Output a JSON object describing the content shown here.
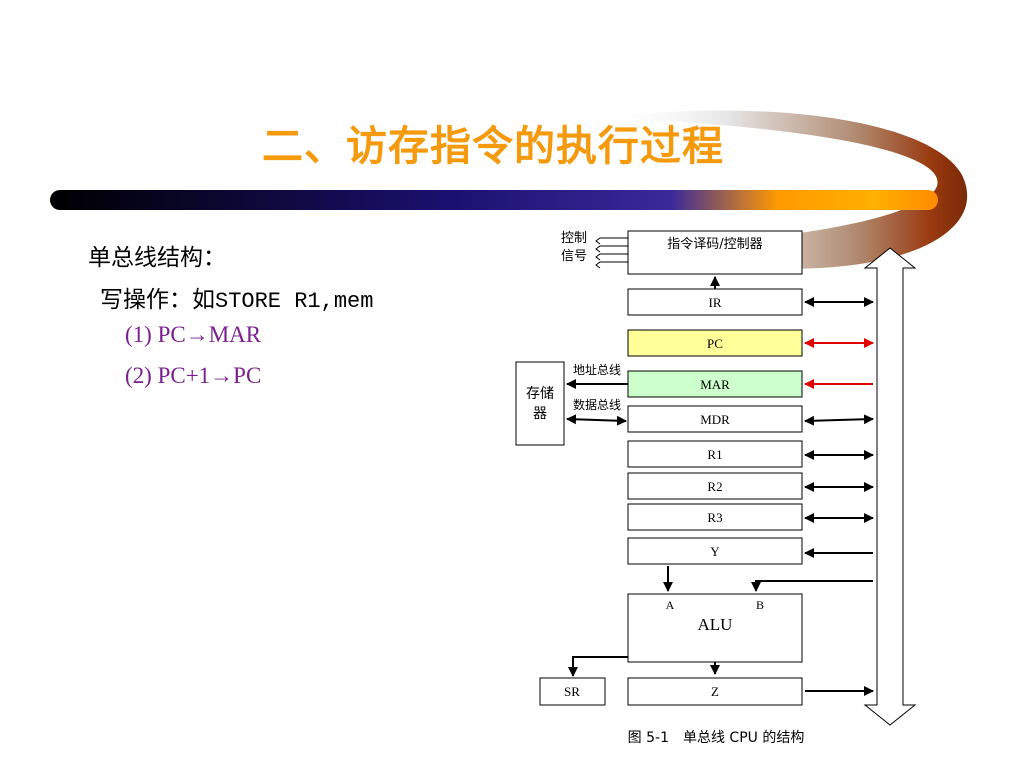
{
  "slide": {
    "title": "二、访存指令的执行过程",
    "lines": [
      "单总线结构：",
      "写操作：如",
      "STORE R1,mem",
      "(1) PC→MAR",
      "(2) PC+1→PC"
    ]
  },
  "colors": {
    "title": "#f59a0c",
    "step_text": "#7a1f8e",
    "pc_fill": "#ffff99",
    "mar_fill": "#ccffcc",
    "active_arrow": "#e00000"
  },
  "diagram": {
    "control_signal_label": [
      "控制",
      "信号"
    ],
    "decoder_label": "指令译码/控制器",
    "registers": [
      "IR",
      "PC",
      "MAR",
      "MDR",
      "R1",
      "R2",
      "R3",
      "Y"
    ],
    "memory_label": [
      "存储",
      "器"
    ],
    "address_bus_label": "地址总线",
    "data_bus_label": "数据总线",
    "alu_label": "ALU",
    "alu_input_a": "A",
    "alu_input_b": "B",
    "sr_label": "SR",
    "z_label": "Z",
    "caption": "图 5-1　单总线 CPU 的结构"
  }
}
